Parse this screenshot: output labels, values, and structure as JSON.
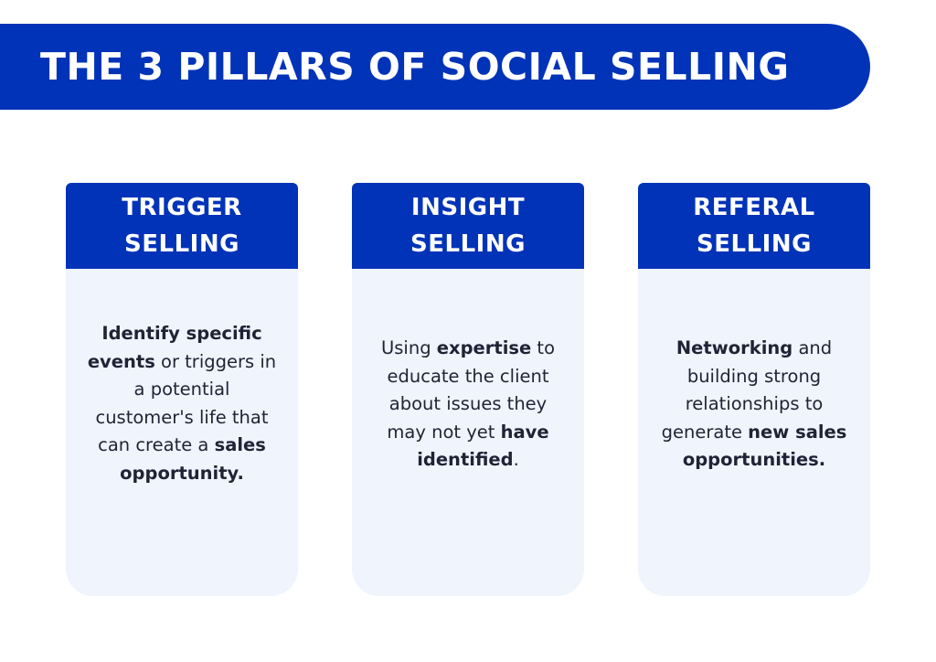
{
  "banner": {
    "title": "THE 3 PILLARS OF SOCIAL SELLING"
  },
  "colors": {
    "accent": "#0033b8",
    "card_background": "#eff4fd",
    "body_text": "#1e2435"
  },
  "pillars": [
    {
      "title_line1": "TRIGGER",
      "title_line2": "SELLING",
      "lines": [
        [
          {
            "text": "Identify specific",
            "bold": true
          }
        ],
        [
          {
            "text": "events",
            "bold": true
          },
          {
            "text": " or triggers in",
            "bold": false
          }
        ],
        [
          {
            "text": "a potential",
            "bold": false
          }
        ],
        [
          {
            "text": "customer's life that",
            "bold": false
          }
        ],
        [
          {
            "text": "can create a ",
            "bold": false
          },
          {
            "text": "sales",
            "bold": true
          }
        ],
        [
          {
            "text": "opportunity.",
            "bold": true
          }
        ]
      ]
    },
    {
      "title_line1": "INSIGHT",
      "title_line2": "SELLING",
      "lines": [
        [
          {
            "text": "Using ",
            "bold": false
          },
          {
            "text": "expertise",
            "bold": true
          },
          {
            "text": " to",
            "bold": false
          }
        ],
        [
          {
            "text": "educate the client",
            "bold": false
          }
        ],
        [
          {
            "text": "about issues they",
            "bold": false
          }
        ],
        [
          {
            "text": "may not yet ",
            "bold": false
          },
          {
            "text": "have",
            "bold": true
          }
        ],
        [
          {
            "text": "identified",
            "bold": true
          },
          {
            "text": ".",
            "bold": false
          }
        ]
      ]
    },
    {
      "title_line1": "REFERAL",
      "title_line2": "SELLING",
      "lines": [
        [
          {
            "text": "Networking",
            "bold": true
          },
          {
            "text": " and",
            "bold": false
          }
        ],
        [
          {
            "text": "building strong",
            "bold": false
          }
        ],
        [
          {
            "text": "relationships to",
            "bold": false
          }
        ],
        [
          {
            "text": "generate ",
            "bold": false
          },
          {
            "text": "new sales",
            "bold": true
          }
        ],
        [
          {
            "text": "opportunities.",
            "bold": true
          }
        ]
      ]
    }
  ]
}
